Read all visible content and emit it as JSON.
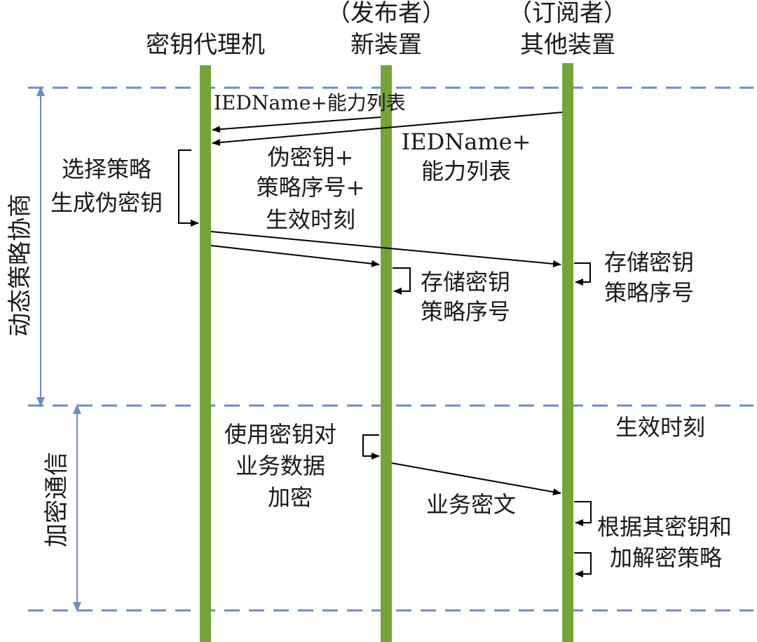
{
  "participants": {
    "agent": {
      "title": "密钥代理机"
    },
    "publisher": {
      "role": "（发布者）",
      "title": "新装置"
    },
    "subscriber": {
      "role": "（订阅者）",
      "title": "其他装置"
    }
  },
  "phases": {
    "negotiation": "动态策略协商",
    "encrypted_comm": "加密通信"
  },
  "messages": {
    "ied_from_publisher": "IEDName+能力列表",
    "ied_from_subscriber_line1": "IEDName+",
    "ied_from_subscriber_line2": "能力列表",
    "select_strategy_line1": "选择策略",
    "select_strategy_line2": "生成伪密钥",
    "pseudo_key_line1": "伪密钥+",
    "pseudo_key_line2": "策略序号+",
    "pseudo_key_line3": "生效时刻",
    "store_pub_line1": "存储密钥",
    "store_pub_line2": "策略序号",
    "store_sub_line1": "存储密钥",
    "store_sub_line2": "策略序号",
    "effective_time": "生效时刻",
    "encrypt_line1": "使用密钥对",
    "encrypt_line2": "业务数据",
    "encrypt_line3": "加密",
    "ciphertext": "业务密文",
    "decrypt_line1": "根据其密钥和",
    "decrypt_line2": "加解密策略"
  },
  "colors": {
    "lifeline": "#77a33a",
    "phase_line": "#6b8cc4",
    "arrow": "#000000"
  }
}
